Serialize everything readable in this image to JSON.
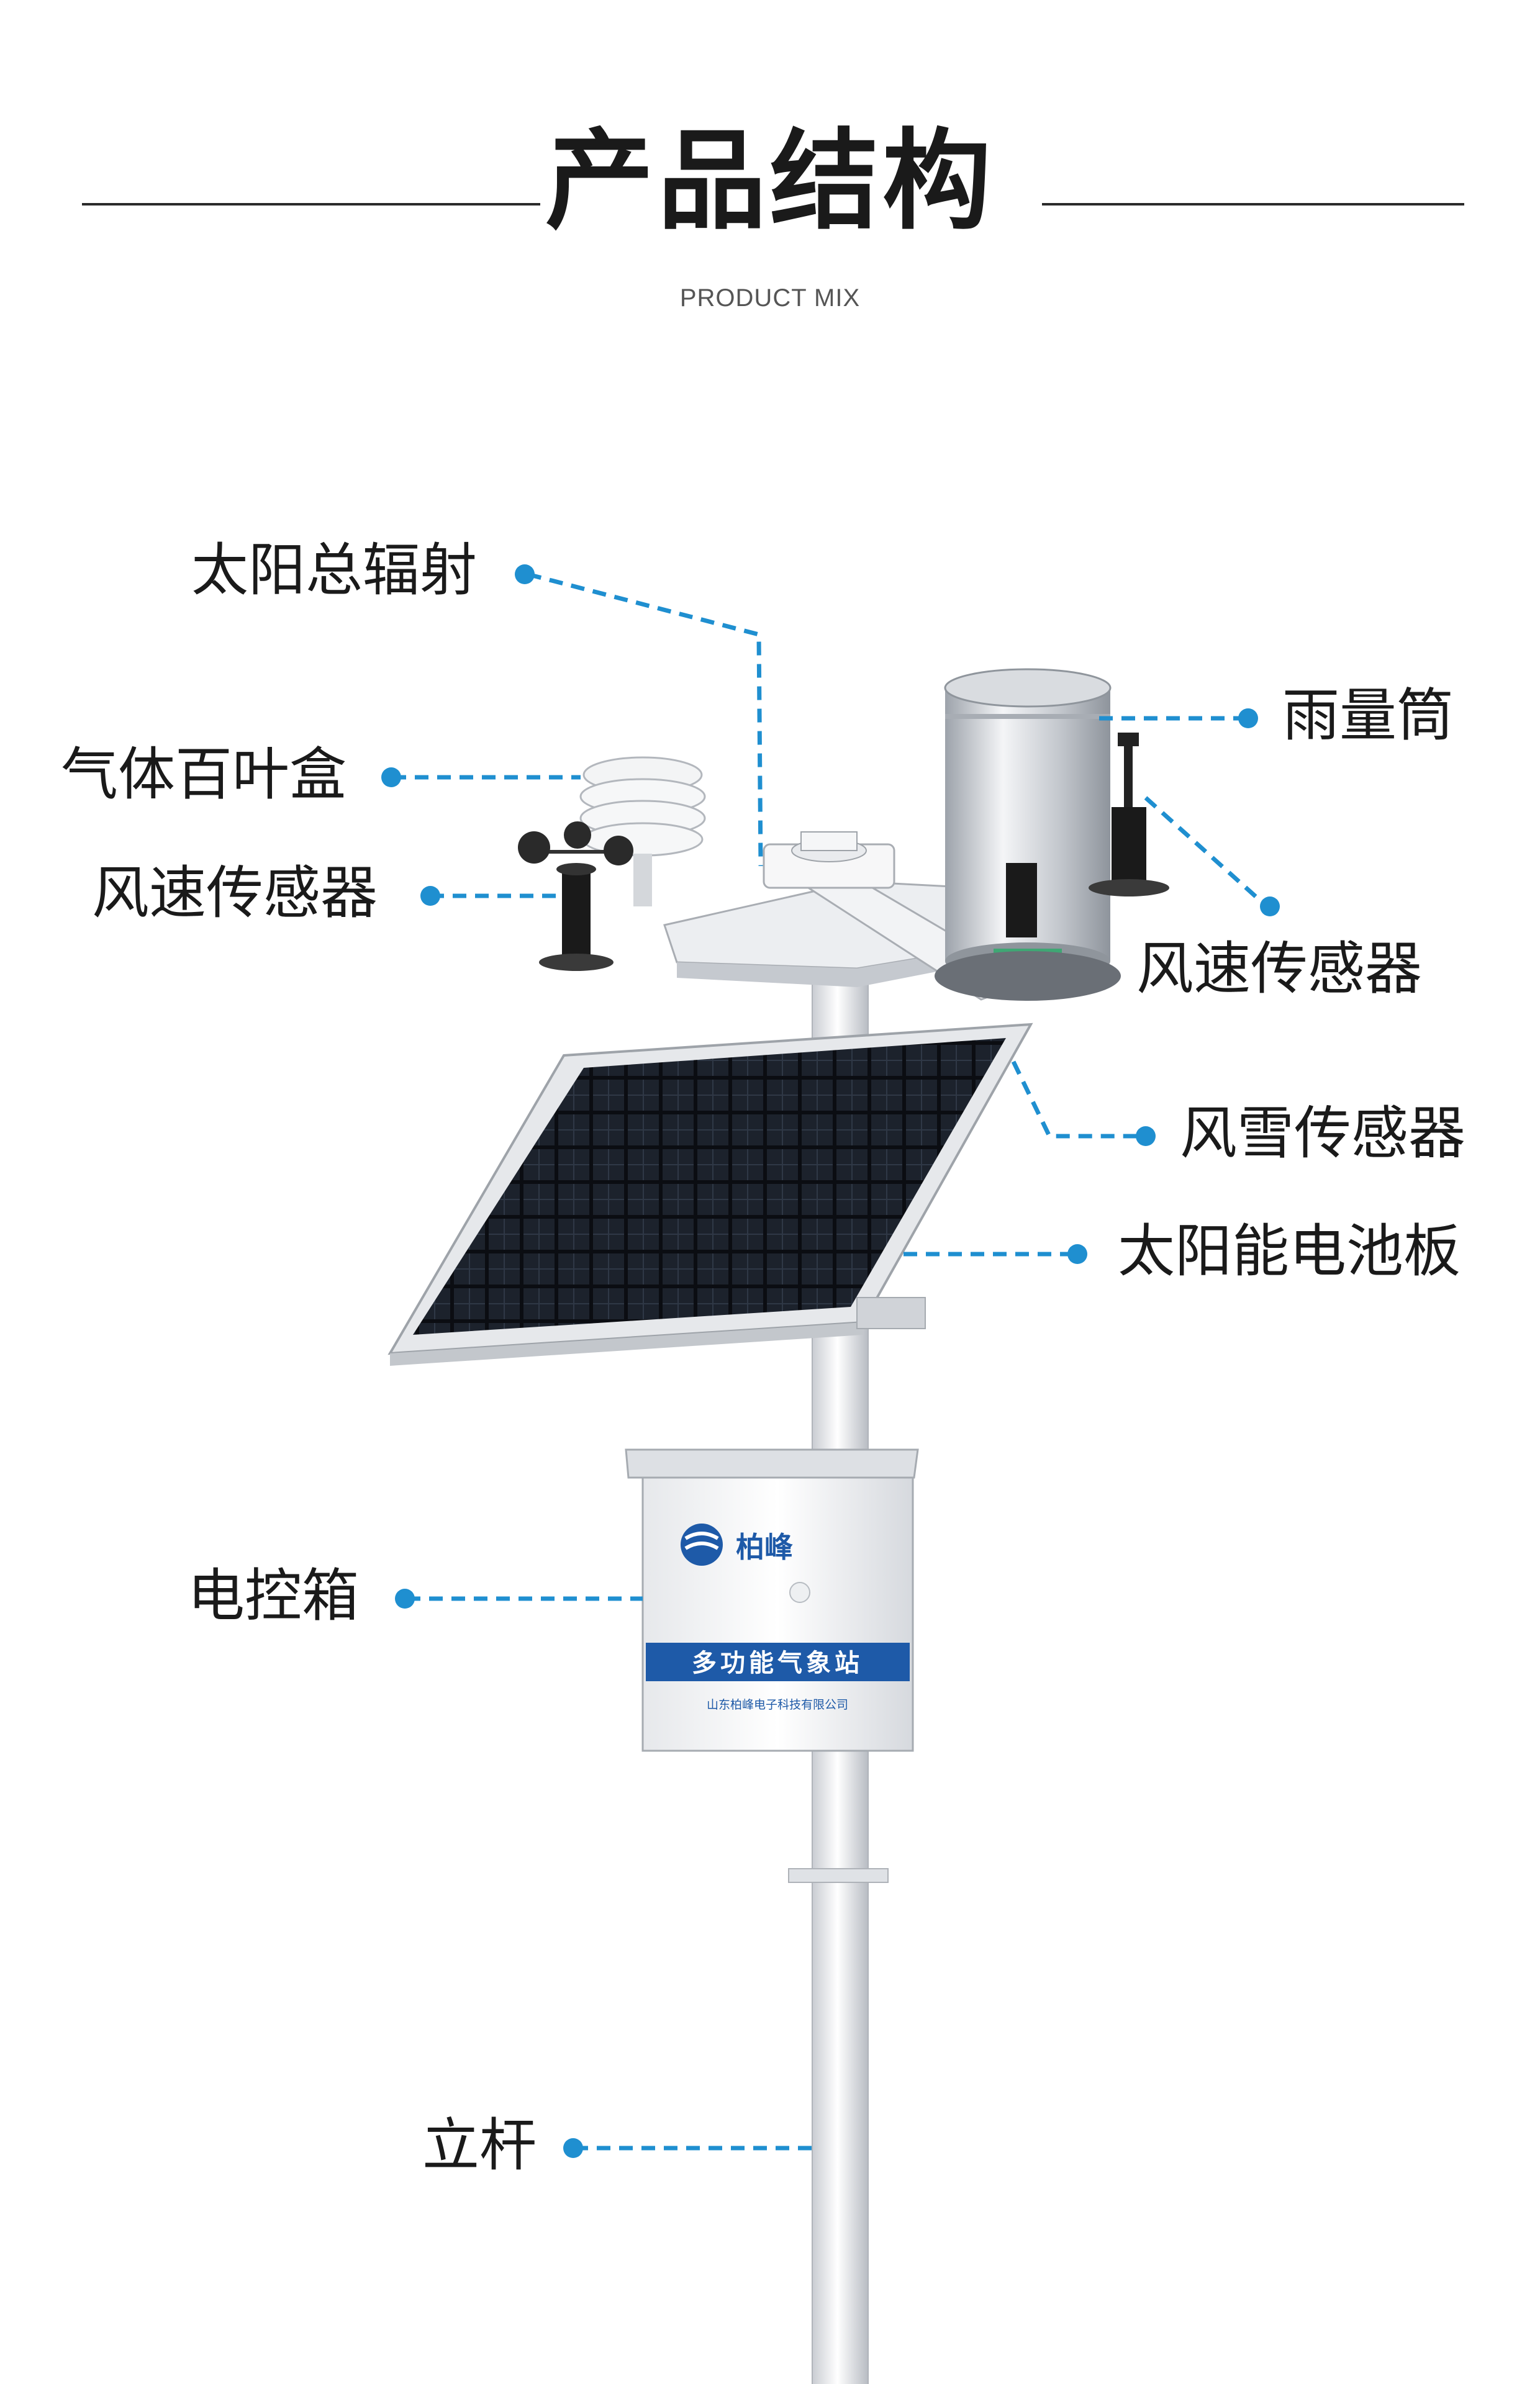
{
  "header": {
    "title": "产品结构",
    "subtitle": "PRODUCT MIX"
  },
  "labels": {
    "solar_radiation": "太阳总辐射",
    "louver_box": "气体百叶盒",
    "wind_speed_left": "风速传感器",
    "rain_gauge": "雨量筒",
    "wind_speed_right": "风速传感器",
    "rain_snow": "风雪传感器",
    "solar_panel": "太阳能电池板",
    "control_box": "电控箱",
    "pole": "立杆"
  },
  "box": {
    "brand": "柏峰",
    "station_name": "多功能气象站",
    "company": "山东柏峰电子科技有限公司"
  },
  "colors": {
    "accent": "#1f8fd0",
    "panel_stripe": "#1e5aa8"
  }
}
